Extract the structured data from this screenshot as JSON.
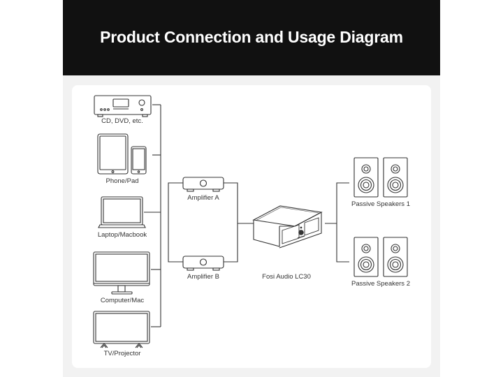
{
  "title": "Product Connection and Usage Diagram",
  "colors": {
    "header_bg": "#111111",
    "line": "#333333",
    "panel_bg": "#ffffff",
    "frame_bg": "#f2f2f2"
  },
  "sources": [
    {
      "label": "CD, DVD, etc.",
      "icon": "cd-player-icon"
    },
    {
      "label": "Phone/Pad",
      "icon": "tablet-phone-icon"
    },
    {
      "label": "Laptop/Macbook",
      "icon": "laptop-icon"
    },
    {
      "label": "Computer/Mac",
      "icon": "monitor-icon"
    },
    {
      "label": "TV/Projector",
      "icon": "tv-icon"
    }
  ],
  "amplifiers": [
    {
      "label": "Amplifier A",
      "icon": "amplifier-icon"
    },
    {
      "label": "Amplifier B",
      "icon": "amplifier-icon"
    }
  ],
  "switcher": {
    "label": "Fosi Audio LC30",
    "icon": "lc30-switcher-icon"
  },
  "outputs": [
    {
      "label": "Passive Speakers 1",
      "icon": "speakers-icon"
    },
    {
      "label": "Passive Speakers 2",
      "icon": "speakers-icon"
    }
  ]
}
